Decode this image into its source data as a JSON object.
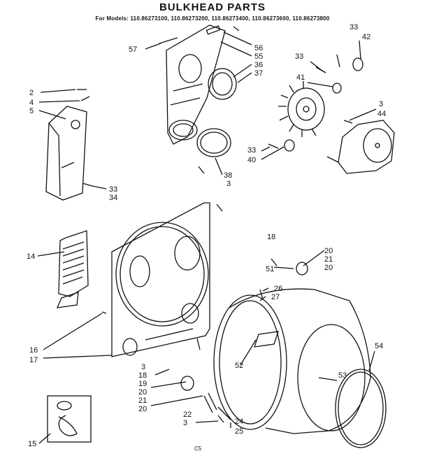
{
  "title": "BULKHEAD PARTS",
  "models": "For Models: 110.86273100, 110.86273200, 110.86273400, 110.86273600, 110.86273800",
  "footer": "C5",
  "callouts": [
    "57",
    "56",
    "55",
    "36",
    "37",
    "33",
    "42",
    "33",
    "41",
    "3",
    "44",
    "33",
    "40",
    "38",
    "3",
    "2",
    "4",
    "5",
    "33",
    "34",
    "14",
    "18",
    "20",
    "21",
    "20",
    "51",
    "26",
    "27",
    "52",
    "54",
    "53",
    "16",
    "17",
    "3",
    "18",
    "19",
    "20",
    "21",
    "20",
    "22",
    "3",
    "24",
    "25",
    "15"
  ]
}
